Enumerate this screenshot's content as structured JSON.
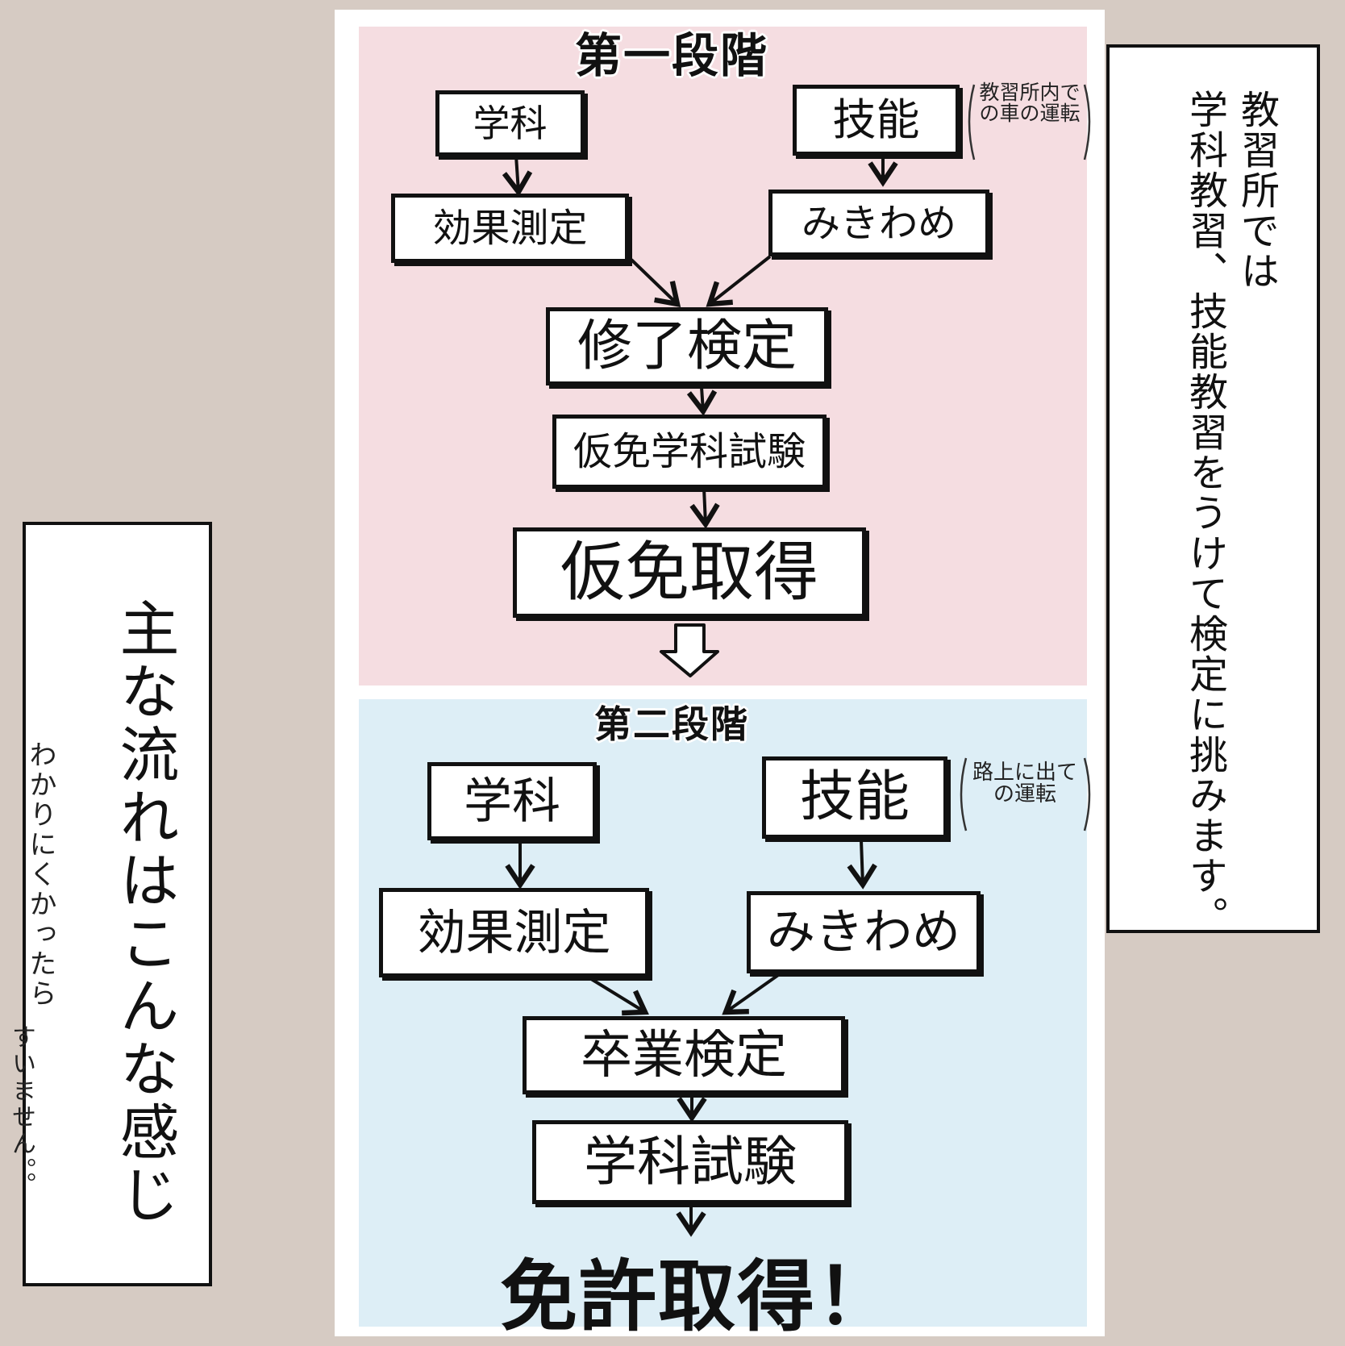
{
  "stage1": {
    "title": "第一段階",
    "gakka": "学科",
    "gino": "技能",
    "gino_note": "教習所内での車の運転",
    "kouka": "効果測定",
    "mikiwame": "みきわめ",
    "shuryo": "修了検定",
    "karimen_test": "仮免学科試験",
    "karimen": "仮免取得"
  },
  "stage2": {
    "title": "第二段階",
    "gakka": "学科",
    "gino": "技能",
    "gino_note": "路上に出ての運転",
    "kouka": "効果測定",
    "mikiwame": "みきわめ",
    "sotsugyo": "卒業検定",
    "gakka_test": "学科試験",
    "final": "免許取得！"
  },
  "right_caption": "学科教習、技能教習をうけて検定に挑みます。",
  "right_caption_head": "教習所では",
  "left_caption": "主な流れはこんな感じ",
  "left_note_line1": "わかりにくかったら",
  "left_note_line2": "すいません。。",
  "colors": {
    "background": "#d6cbc3",
    "stage1_panel": "#f5dde1",
    "stage2_panel": "#ddeef6"
  }
}
